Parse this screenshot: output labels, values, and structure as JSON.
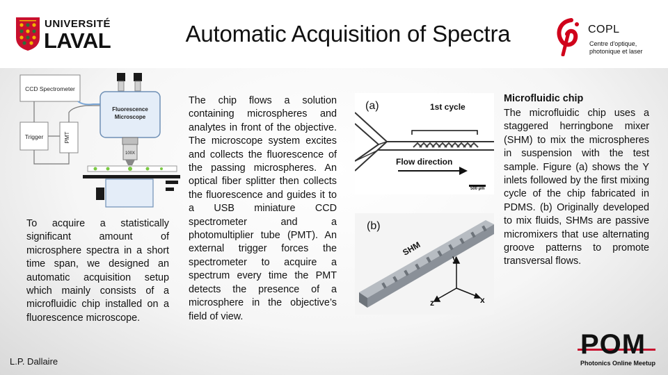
{
  "title": "Automatic Acquisition of Spectra",
  "logos": {
    "laval": {
      "line1": "UNIVERSITÉ",
      "line2": "LAVAL"
    },
    "copl": {
      "name": "COPL",
      "subtitle_line1": "Centre d'optique,",
      "subtitle_line2": "photonique et laser"
    },
    "pom": {
      "name": "POM",
      "subtitle": "Photonics Online Meetup"
    }
  },
  "diagram": {
    "ccd_label": "CCD Spectrometer",
    "microscope_label_line1": "Fluorescence",
    "microscope_label_line2": "Microscope",
    "trigger_label": "Trigger",
    "pmt_label": "PMT",
    "objective_label": "100X"
  },
  "left_paragraph": "To acquire a statistically significant amount of microsphere spectra in a short time span, we designed an automatic acquisition setup which mainly consists of a microfluidic chip installed on a fluorescence microscope.",
  "middle_paragraph": "The chip flows a solution containing microspheres and analytes in front of the objective. The microscope system excites and collects the fluorescence of the passing microspheres. An optical fiber splitter then collects the fluorescence and guides it to a USB miniature CCD spectrometer and a photomultiplier tube (PMT). An external trigger forces the spectrometer to acquire a spectrum every time the PMT detects the presence of a microsphere in the objective’s field of view.",
  "right_heading": "Microfluidic chip",
  "right_paragraph": "The microfluidic chip uses a staggered herringbone mixer (SHM) to mix the microspheres in suspension with the test sample. Figure (a) shows the Y inlets followed by the first mixing cycle of the chip fabricated in PDMS. (b) Originally developed to mix fluids, SHMs are passive micromixers that use alternating groove patterns to promote transversal flows.",
  "figure_a": {
    "label": "(a)",
    "cycle_label": "1st cycle",
    "flow_label": "Flow direction",
    "scale_label": "500 µm"
  },
  "figure_b": {
    "label": "(b)",
    "shm_label": "SHM",
    "axis_y": "y",
    "axis_x": "x",
    "axis_z": "z"
  },
  "author": "L.P. Dallaire",
  "colors": {
    "laval_red": "#c8102e",
    "laval_gold": "#f2b400",
    "copl_red": "#d0021b",
    "pom_red": "#c8102e",
    "microscope_fill": "#e4edf8",
    "microscope_stroke": "#6e8fb5"
  }
}
